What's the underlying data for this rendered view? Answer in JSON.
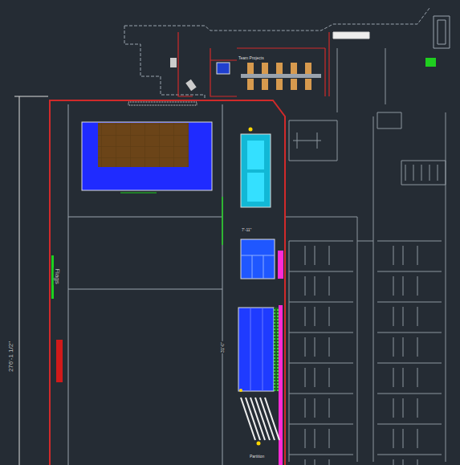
{
  "diagram": {
    "labels": [
      "Team Projects",
      "Flags",
      "276'-1 1/2\"",
      "7'-11\"",
      "31'-0\"",
      "Partition"
    ]
  }
}
